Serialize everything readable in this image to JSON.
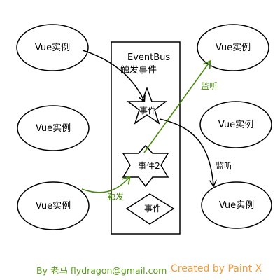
{
  "nodes": {
    "vue_tl": "Vue实例",
    "vue_ml": "Vue实例",
    "vue_bl": "Vue实例",
    "vue_tr": "Vue实例",
    "vue_mr": "Vue实例",
    "vue_br": "Vue实例"
  },
  "bus": {
    "title": "EventBus",
    "subtitle": "触发事件"
  },
  "events": {
    "star5": "事件",
    "star6": "事件2",
    "diamond": "事件"
  },
  "edges": {
    "listen_green": "监听",
    "listen_black": "监听",
    "trigger_green": "触发"
  },
  "credits": {
    "author": "By 老马  flydragon@gmail.com",
    "tool": "Created by Paint X"
  },
  "colors": {
    "green": "#4a8a12",
    "orange": "#f39a3a",
    "stroke": "#000000"
  }
}
